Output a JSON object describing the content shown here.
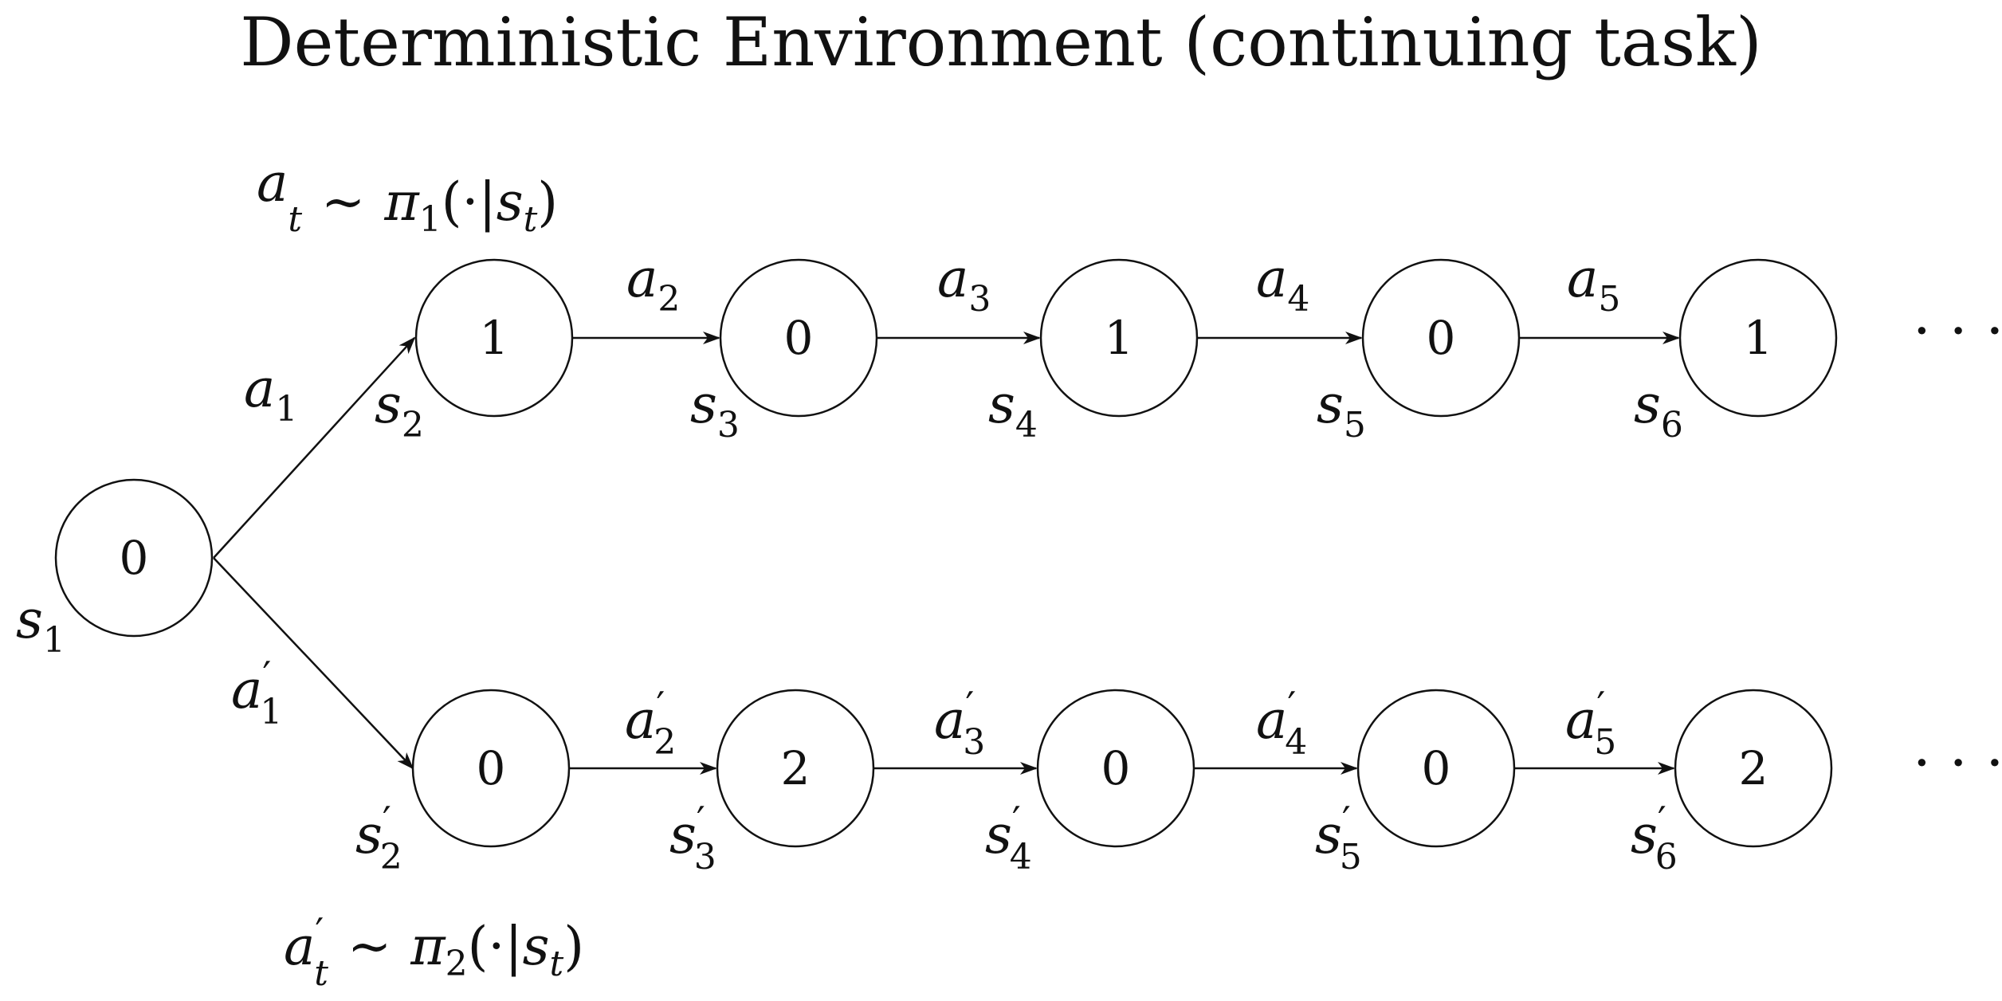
{
  "title": "Deterministic Environment (continuing task)",
  "policies": {
    "top": {
      "action": "a",
      "action_sub": "t",
      "prime": "",
      "relation": "~",
      "policy": "π",
      "policy_sub": "1",
      "arg_open": "(·|",
      "state": "s",
      "state_sub": "t",
      "arg_close": ")"
    },
    "bottom": {
      "action": "a",
      "action_sub": "t",
      "prime": "′",
      "relation": "~",
      "policy": "π",
      "policy_sub": "2",
      "arg_open": "(·|",
      "state": "s",
      "state_sub": "t",
      "arg_close": ")"
    }
  },
  "start_node": {
    "value": "0",
    "state": "s",
    "state_sub": "1",
    "prime": ""
  },
  "top_row": {
    "nodes": [
      {
        "value": "1",
        "state": "s",
        "state_sub": "2",
        "prime": ""
      },
      {
        "value": "0",
        "state": "s",
        "state_sub": "3",
        "prime": ""
      },
      {
        "value": "1",
        "state": "s",
        "state_sub": "4",
        "prime": ""
      },
      {
        "value": "0",
        "state": "s",
        "state_sub": "5",
        "prime": ""
      },
      {
        "value": "1",
        "state": "s",
        "state_sub": "6",
        "prime": ""
      }
    ],
    "edges": [
      {
        "action": "a",
        "action_sub": "1",
        "prime": ""
      },
      {
        "action": "a",
        "action_sub": "2",
        "prime": ""
      },
      {
        "action": "a",
        "action_sub": "3",
        "prime": ""
      },
      {
        "action": "a",
        "action_sub": "4",
        "prime": ""
      },
      {
        "action": "a",
        "action_sub": "5",
        "prime": ""
      }
    ],
    "ellipsis": "· · ·"
  },
  "bottom_row": {
    "nodes": [
      {
        "value": "0",
        "state": "s",
        "state_sub": "2",
        "prime": "′"
      },
      {
        "value": "2",
        "state": "s",
        "state_sub": "3",
        "prime": "′"
      },
      {
        "value": "0",
        "state": "s",
        "state_sub": "4",
        "prime": "′"
      },
      {
        "value": "0",
        "state": "s",
        "state_sub": "5",
        "prime": "′"
      },
      {
        "value": "2",
        "state": "s",
        "state_sub": "6",
        "prime": "′"
      }
    ],
    "edges": [
      {
        "action": "a",
        "action_sub": "1",
        "prime": "′"
      },
      {
        "action": "a",
        "action_sub": "2",
        "prime": "′"
      },
      {
        "action": "a",
        "action_sub": "3",
        "prime": "′"
      },
      {
        "action": "a",
        "action_sub": "4",
        "prime": "′"
      },
      {
        "action": "a",
        "action_sub": "5",
        "prime": "′"
      }
    ],
    "ellipsis": "· · ·"
  }
}
